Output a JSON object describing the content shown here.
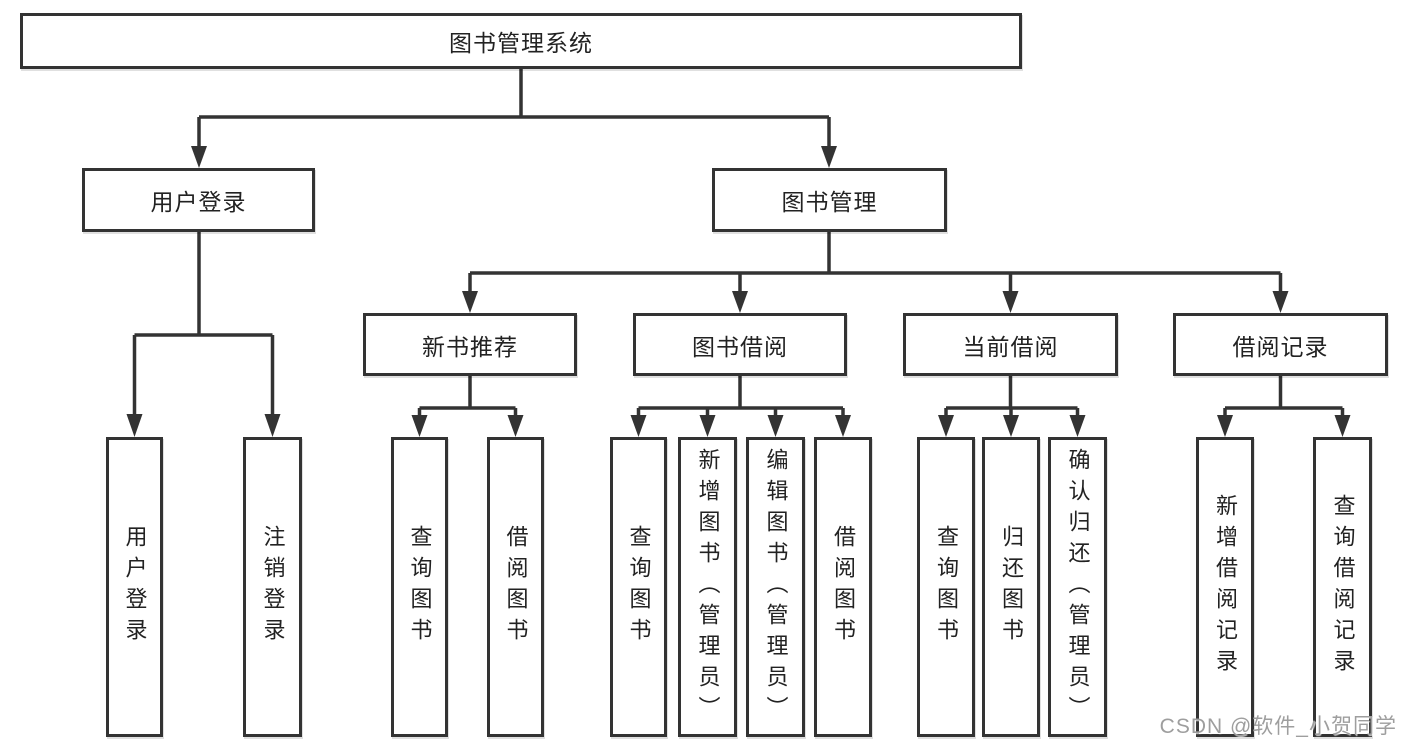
{
  "tree": {
    "root": {
      "label": "图书管理系统"
    },
    "branches": [
      {
        "label": "用户登录",
        "children": [
          {
            "label": "用户登录"
          },
          {
            "label": "注销登录"
          }
        ]
      },
      {
        "label": "图书管理",
        "sections": [
          {
            "label": "新书推荐",
            "children": [
              {
                "label": "查询图书"
              },
              {
                "label": "借阅图书"
              }
            ]
          },
          {
            "label": "图书借阅",
            "children": [
              {
                "label": "查询图书"
              },
              {
                "label": "新增图书（管理员）"
              },
              {
                "label": "编辑图书（管理员）"
              },
              {
                "label": "借阅图书"
              }
            ]
          },
          {
            "label": "当前借阅",
            "children": [
              {
                "label": "查询图书"
              },
              {
                "label": "归还图书"
              },
              {
                "label": "确认归还（管理员）"
              }
            ]
          },
          {
            "label": "借阅记录",
            "children": [
              {
                "label": "新增借阅记录"
              },
              {
                "label": "查询借阅记录"
              }
            ]
          }
        ]
      }
    ]
  },
  "watermark": {
    "text": "CSDN @软件_小贺同学"
  },
  "colors": {
    "line": "#333333",
    "text": "#222222",
    "watermark": "#9e9e9e",
    "background": "#ffffff"
  }
}
